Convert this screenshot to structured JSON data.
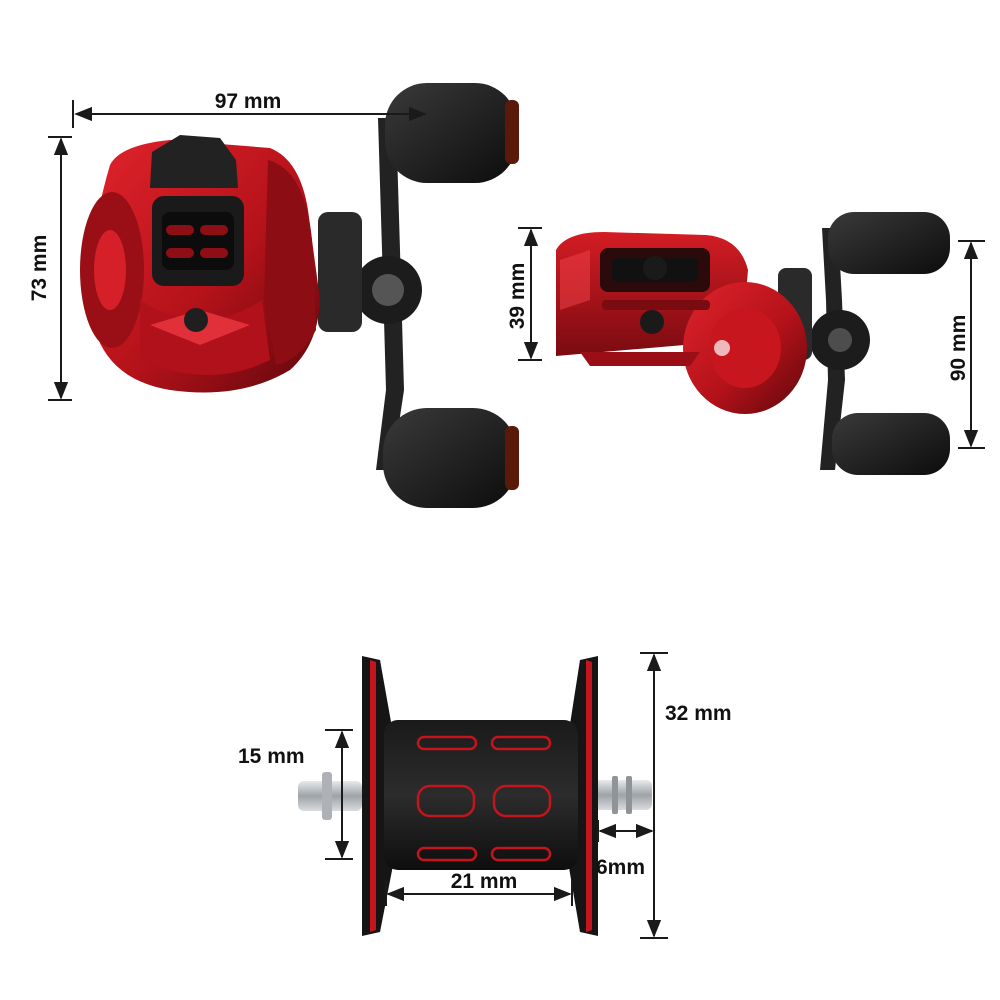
{
  "dimensions": {
    "front_width": "97 mm",
    "front_height": "73 mm",
    "side_body_height": "39 mm",
    "side_handle_span": "90 mm",
    "spool_height": "32 mm",
    "spool_shaft_width": "15 mm",
    "spool_arbor_width": "21 mm",
    "spool_shaft_length": "6mm"
  },
  "colors": {
    "reel_red": "#c4141c",
    "reel_dark_red": "#6e0a0e",
    "reel_black": "#161616",
    "metal": "#b8bcc0",
    "arrow": "#1a1a1a"
  }
}
